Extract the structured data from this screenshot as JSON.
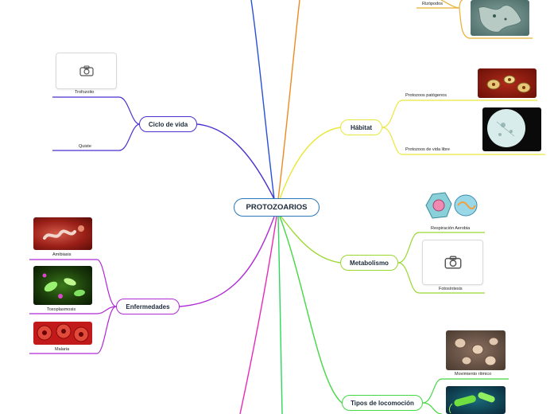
{
  "root": {
    "label": "PROTOZOARIOS"
  },
  "branches": {
    "ciclo_vida": {
      "label": "Ciclo de vida",
      "color": "#4a2fd0",
      "items": [
        "Trofozoito",
        "Quiste"
      ]
    },
    "enfermedades": {
      "label": "Enfermedades",
      "color": "#b02ad6",
      "items": [
        "Amibiasis",
        "Toxoplasmosis",
        "Malaria"
      ]
    },
    "habitat": {
      "label": "Hábitat",
      "color": "#e8e83a",
      "items": [
        "Protozoos patógenos",
        "Protozoos de vida libre"
      ]
    },
    "metabolismo": {
      "label": "Metabolismo",
      "color": "#9ad830",
      "items": [
        "Respiración Aerobia",
        "Fotosíntesis"
      ]
    },
    "locomocion": {
      "label": "Tipos de locomoción",
      "color": "#44d844",
      "items": [
        "Movimiento rítmico"
      ]
    },
    "top_right": {
      "color": "#e8b030",
      "items": [
        "Rizópodos"
      ]
    }
  },
  "icons": {
    "placeholder": "camera-icon"
  }
}
